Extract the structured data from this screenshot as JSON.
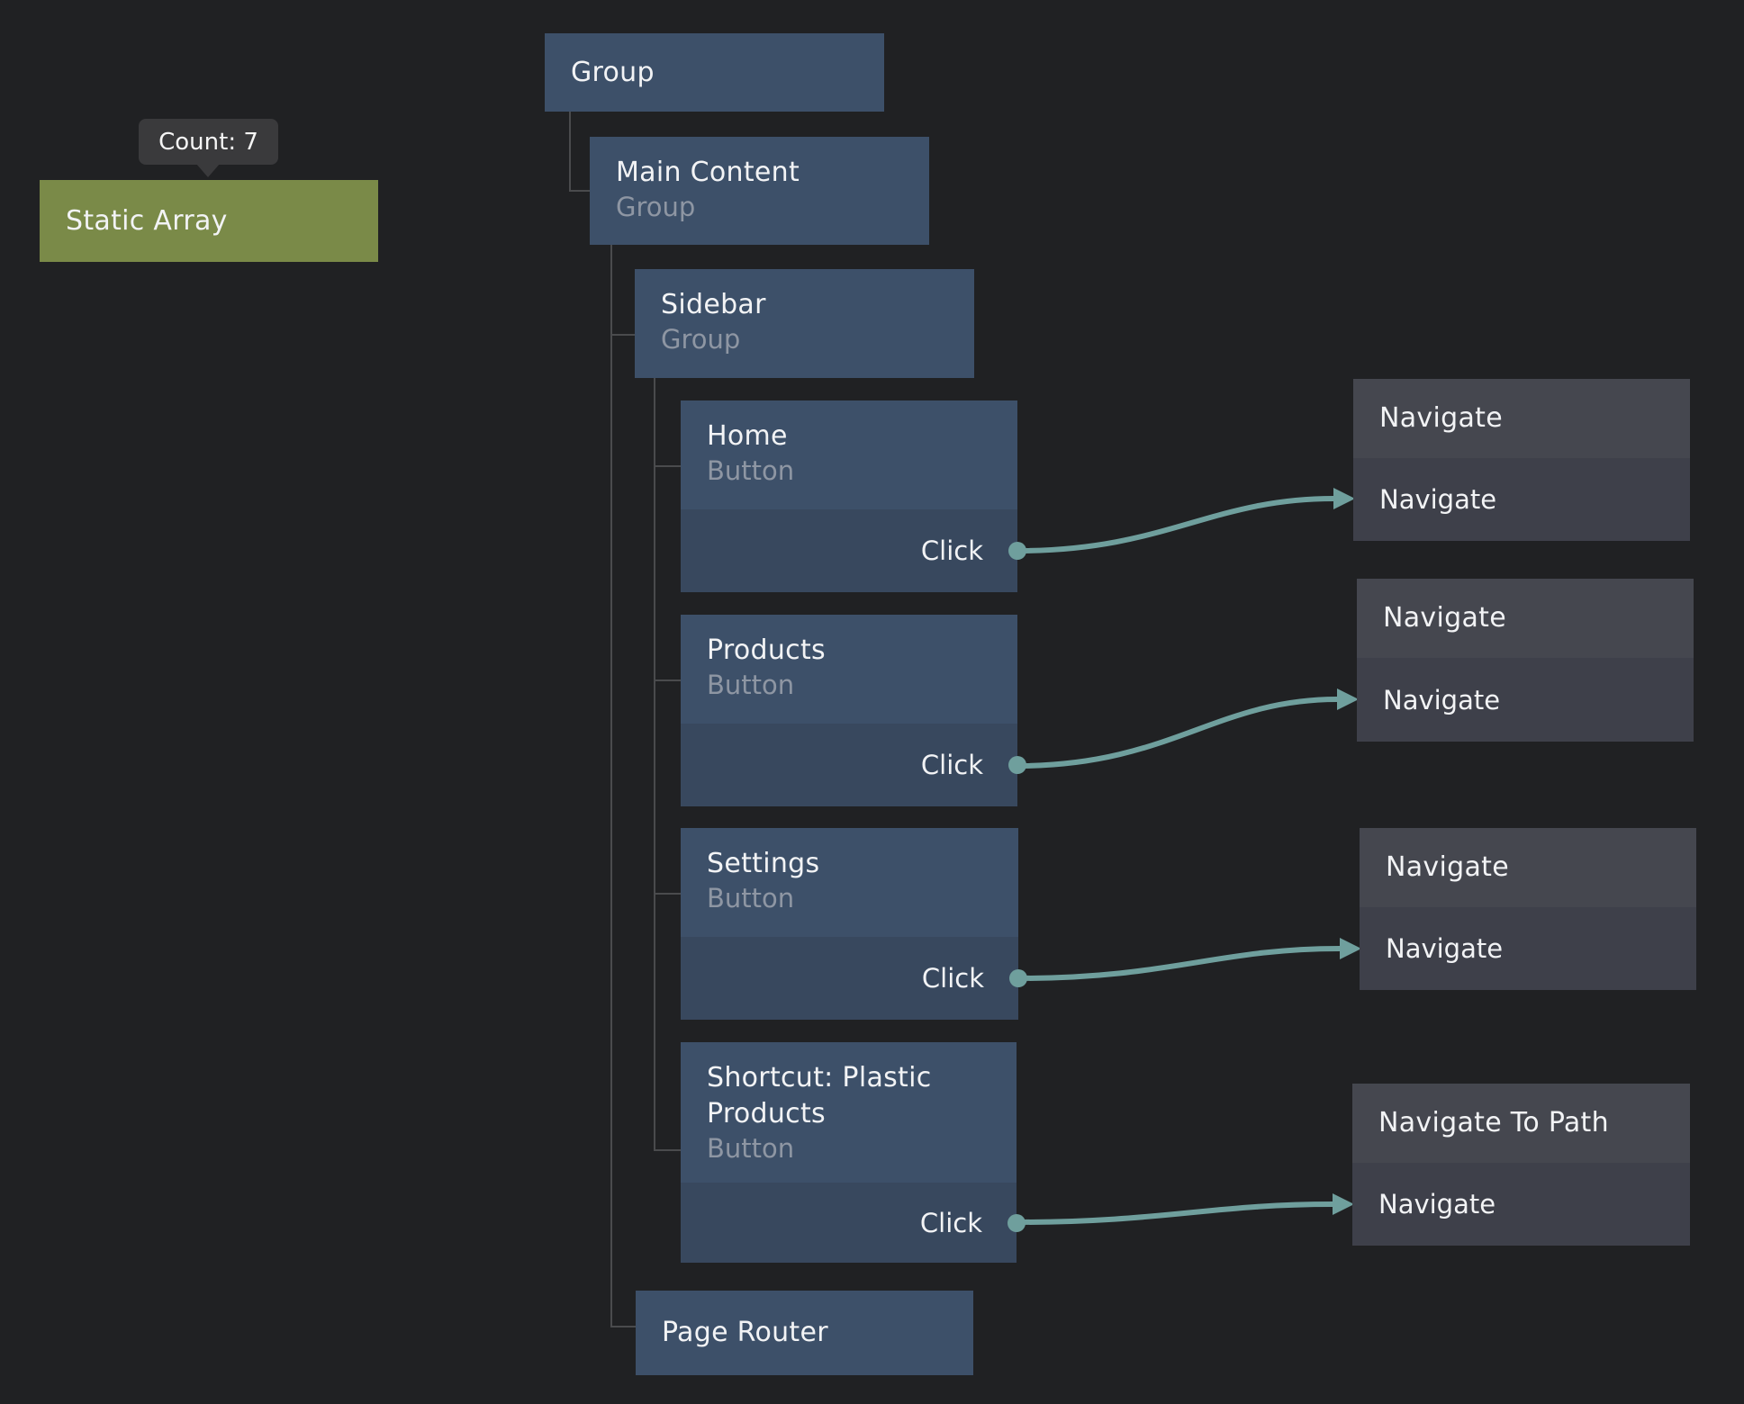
{
  "tooltip": {
    "text": "Count: 7"
  },
  "nodes": {
    "static_array": {
      "title": "Static Array"
    },
    "group": {
      "title": "Group"
    },
    "main_content": {
      "title": "Main Content",
      "type": "Group"
    },
    "sidebar": {
      "title": "Sidebar",
      "type": "Group"
    },
    "home": {
      "title": "Home",
      "type": "Button",
      "output": "Click"
    },
    "products": {
      "title": "Products",
      "type": "Button",
      "output": "Click"
    },
    "settings": {
      "title": "Settings",
      "type": "Button",
      "output": "Click"
    },
    "shortcut": {
      "title": "Shortcut: Plastic Products",
      "type": "Button",
      "output": "Click"
    },
    "page_router": {
      "title": "Page Router"
    },
    "navigate_home": {
      "title": "Navigate",
      "input": "Navigate"
    },
    "navigate_products": {
      "title": "Navigate",
      "input": "Navigate"
    },
    "navigate_settings": {
      "title": "Navigate",
      "input": "Navigate"
    },
    "navigate_to_path": {
      "title": "Navigate To Path",
      "input": "Navigate"
    }
  },
  "colors": {
    "background": "#202123",
    "node_blue": "#3D5069",
    "node_blue_port": "#38485E",
    "node_gray_header": "#45474F",
    "node_gray_port": "#3E404A",
    "node_green": "#7A8A48",
    "wire_teal": "#6F9F9D",
    "tree_line": "#4A4B4D",
    "title_text": "#F2F3F5",
    "subtitle_text": "#8E96A3",
    "tooltip_bg": "#3A3A3C"
  }
}
